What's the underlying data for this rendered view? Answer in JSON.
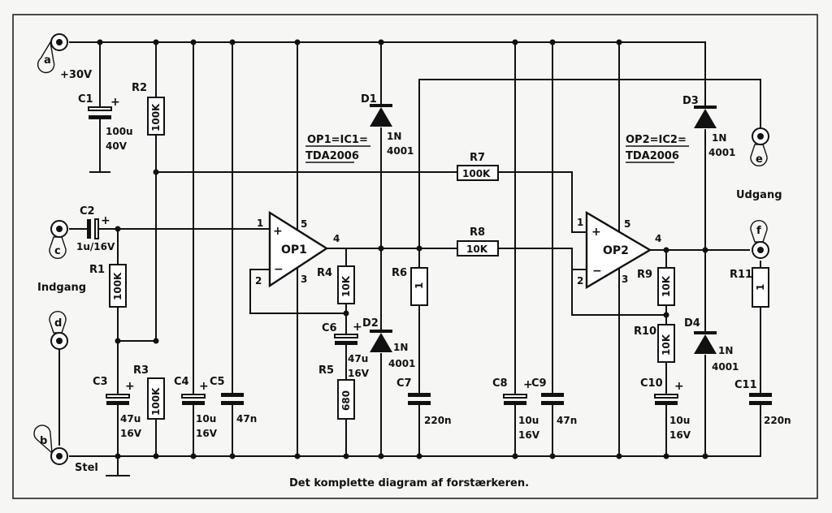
{
  "caption": "Det komplette diagram af forstærkeren.",
  "supply_label": "+30V",
  "input_label": "Indgang",
  "output_label": "Udgang",
  "ground_label": "Stel",
  "terminals": {
    "a": "a",
    "b": "b",
    "c": "c",
    "d": "d",
    "e": "e",
    "f": "f"
  },
  "op1": {
    "name": "OP1",
    "note_line1": "OP1=IC1=",
    "note_line2": "TDA2006",
    "pin1": "1",
    "pin2": "2",
    "pin3": "3",
    "pin4": "4",
    "pin5": "5",
    "plus": "+",
    "minus": "−"
  },
  "op2": {
    "name": "OP2",
    "note_line1": "OP2=IC2=",
    "note_line2": "TDA2006",
    "pin1": "1",
    "pin2": "2",
    "pin3": "3",
    "pin4": "4",
    "pin5": "5",
    "plus": "+",
    "minus": "−"
  },
  "components": {
    "C1": {
      "ref": "C1",
      "value1": "100u",
      "value2": "40V"
    },
    "C2": {
      "ref": "C2",
      "value1": "1u/16V"
    },
    "C3": {
      "ref": "C3",
      "value1": "47u",
      "value2": "16V"
    },
    "C4": {
      "ref": "C4",
      "value1": "10u",
      "value2": "16V"
    },
    "C5": {
      "ref": "C5",
      "value1": "47n"
    },
    "C6": {
      "ref": "C6",
      "value1": "47u",
      "value2": "16V"
    },
    "C7": {
      "ref": "C7",
      "value1": "220n"
    },
    "C8": {
      "ref": "C8",
      "value1": "10u",
      "value2": "16V"
    },
    "C9": {
      "ref": "C9",
      "value1": "47n"
    },
    "C10": {
      "ref": "C10",
      "value1": "10u",
      "value2": "16V"
    },
    "C11": {
      "ref": "C11",
      "value1": "220n"
    },
    "R1": {
      "ref": "R1",
      "value": "100K"
    },
    "R2": {
      "ref": "R2",
      "value": "100K"
    },
    "R3": {
      "ref": "R3",
      "value": "100K"
    },
    "R4": {
      "ref": "R4",
      "value": "10K"
    },
    "R5": {
      "ref": "R5",
      "value": "680"
    },
    "R6": {
      "ref": "R6",
      "value": "1"
    },
    "R7": {
      "ref": "R7",
      "value": "100K"
    },
    "R8": {
      "ref": "R8",
      "value": "10K"
    },
    "R9": {
      "ref": "R9",
      "value": "10K"
    },
    "R10": {
      "ref": "R10",
      "value": "10K"
    },
    "R11": {
      "ref": "R11",
      "value": "1"
    },
    "D1": {
      "ref": "D1",
      "value1": "1N",
      "value2": "4001"
    },
    "D2": {
      "ref": "D2",
      "value1": "1N",
      "value2": "4001"
    },
    "D3": {
      "ref": "D3",
      "value1": "1N",
      "value2": "4001"
    },
    "D4": {
      "ref": "D4",
      "value1": "1N",
      "value2": "4001"
    }
  },
  "polarity_plus": "+"
}
